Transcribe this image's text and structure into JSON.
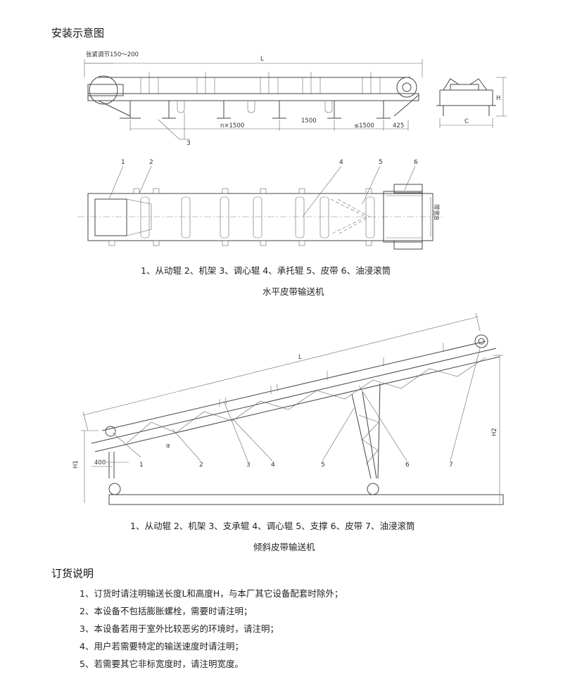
{
  "install_title": "安装示意图",
  "horizontal": {
    "dims": {
      "tension": "张紧调节150～200",
      "L": "L",
      "n1500": "n×1500",
      "d1500": "1500",
      "le1500": "≤1500",
      "d425": "425",
      "H": "H",
      "C": "C",
      "belt_width": "带宽B"
    },
    "callouts": [
      "1",
      "2",
      "3",
      "4",
      "5",
      "6"
    ],
    "legend": "1、从动辊   2、机架   3、调心辊   4、承托辊   5、皮带   6、油浸滚筒",
    "title": "水平皮带输送机"
  },
  "inclined": {
    "dims": {
      "L": "L",
      "H1": "H1",
      "H2": "H2",
      "d400": "400",
      "alpha": "α"
    },
    "callouts": [
      "1",
      "2",
      "3",
      "4",
      "5",
      "6",
      "7"
    ],
    "legend": "1、从动辊   2、机架   3、支承辊   4、调心辊   5、支撑   6、皮带   7、油浸滚筒",
    "title": "倾斜皮带输送机"
  },
  "order_notes": {
    "title": "订货说明",
    "items": [
      "1、订货时请注明输送长度L和高度H，与本厂其它设备配套时除外；",
      "2、本设备不包括膨胀螺栓，需要时请注明；",
      "3、本设备若用于室外比较恶劣的环境时，请注明；",
      "4、用户若需要特定的输送速度时请注明；",
      "5、若需要其它非标宽度时，请注明宽度。"
    ]
  }
}
